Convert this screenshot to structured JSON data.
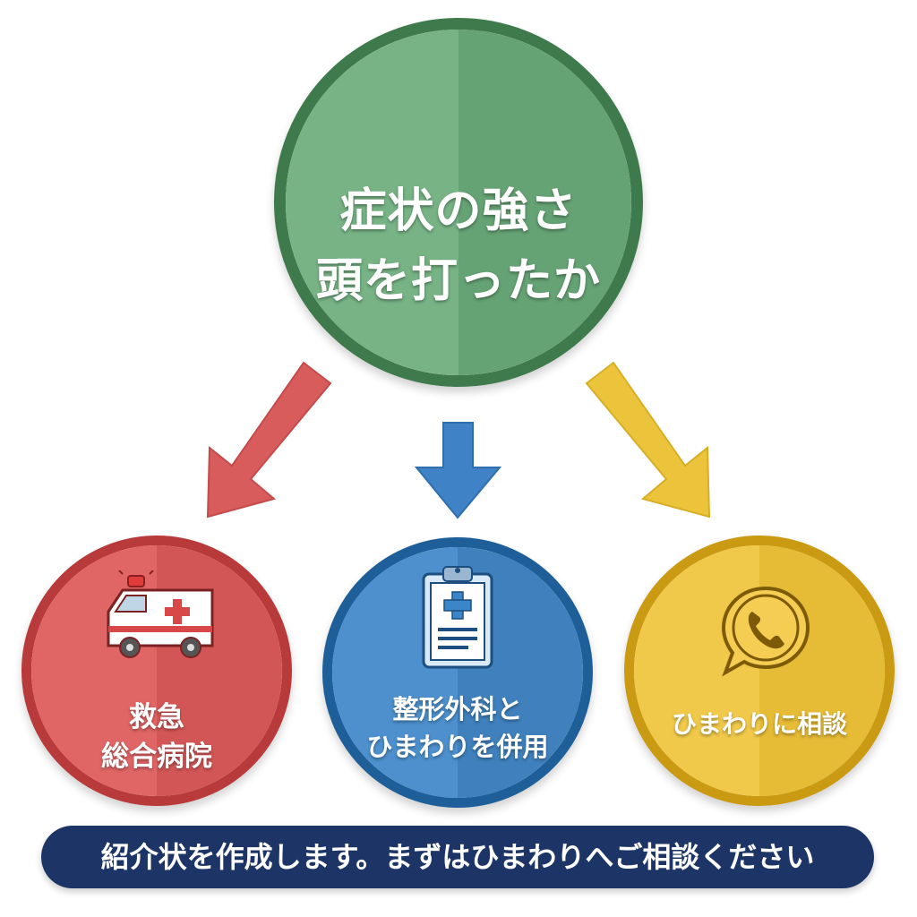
{
  "center": {
    "line1": "症状の強さ",
    "line2": "頭を打ったか",
    "color": "#6aa879"
  },
  "options": [
    {
      "line1": "救急",
      "line2": "総合病院",
      "icon": "ambulance-icon",
      "color": "#d95c5c"
    },
    {
      "line1": "整形外科と",
      "line2": "ひまわりを併用",
      "icon": "clipboard-icon",
      "color": "#4587c4"
    },
    {
      "line1": "ひまわりに相談",
      "icon": "phone-chat-icon",
      "color": "#ebc03f"
    }
  ],
  "arrows": {
    "left_color": "#d95c5c",
    "center_color": "#3f82c6",
    "right_color": "#ecc43c"
  },
  "banner": {
    "text": "紹介状を作成します。まずはひまわりへご相談ください",
    "color": "#1d3566"
  }
}
